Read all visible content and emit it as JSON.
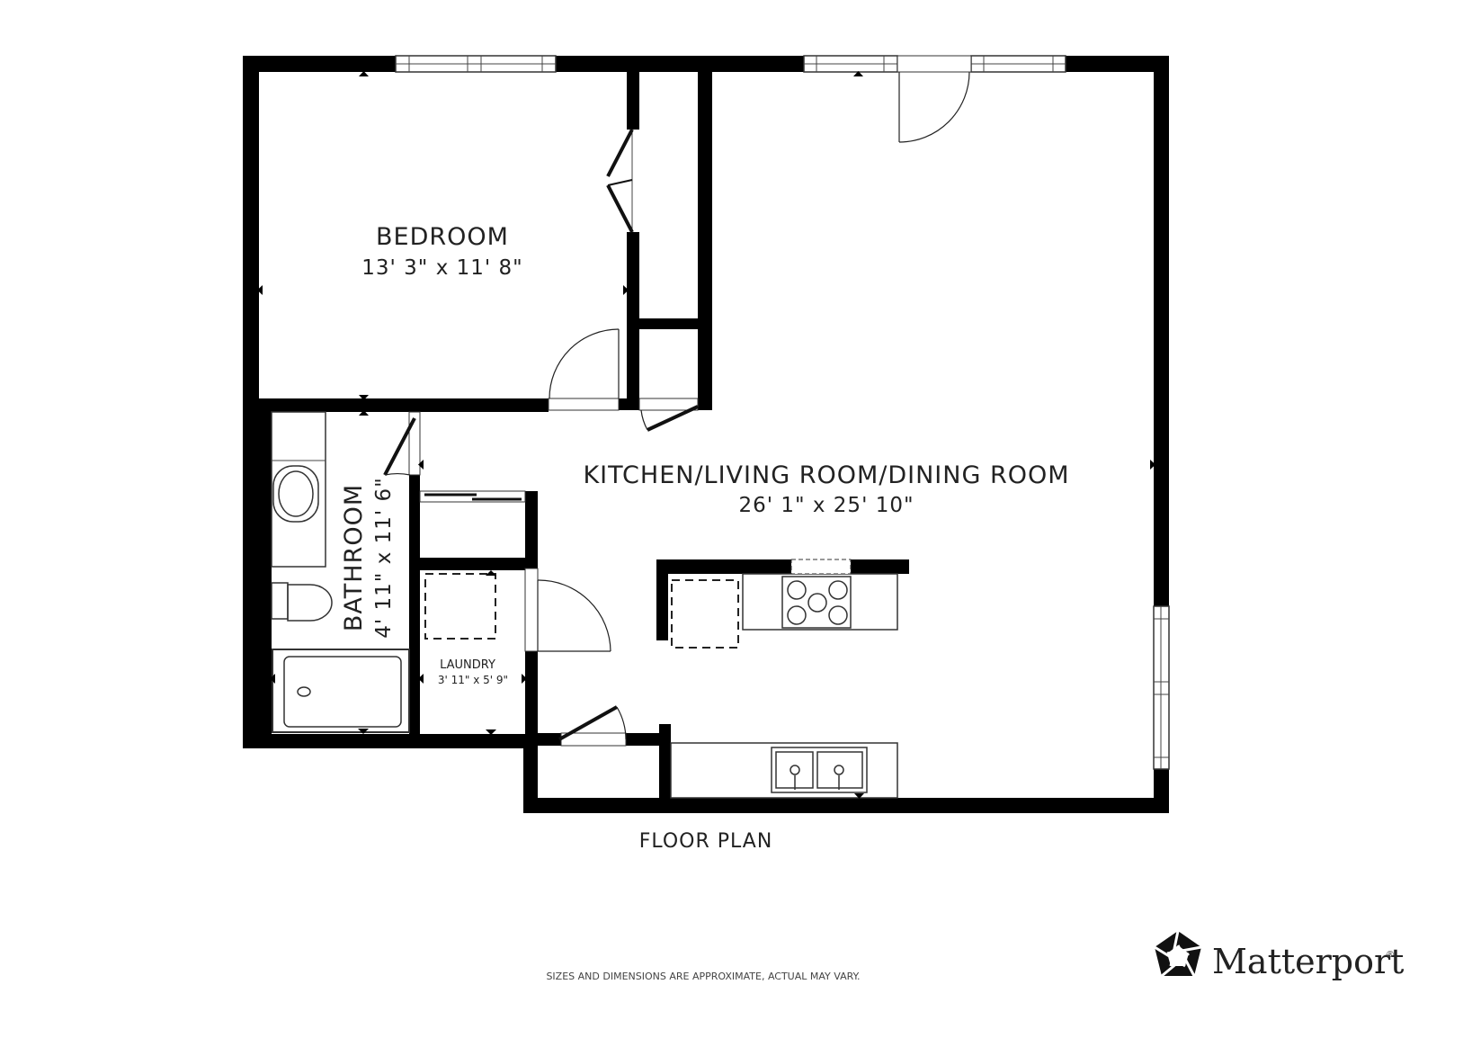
{
  "rooms": {
    "bedroom": {
      "name": "BEDROOM",
      "dims": "13' 3\" x 11' 8\""
    },
    "main": {
      "name": "KITCHEN/LIVING ROOM/DINING ROOM",
      "dims": "26' 1\" x 25' 10\""
    },
    "bathroom": {
      "name": "BATHROOM",
      "dims": "4' 11\" x 11' 6\""
    },
    "laundry": {
      "name": "LAUNDRY",
      "dims": "3' 11\" x 5' 9\""
    }
  },
  "plan_title": "FLOOR PLAN",
  "disclaimer": "SIZES AND DIMENSIONS ARE APPROXIMATE, ACTUAL MAY VARY.",
  "brand": {
    "name": "Matterport",
    "mark": "®",
    "logo_icon": "matterport-logo-icon"
  },
  "colors": {
    "wall": "#000000",
    "fixture": "#333333",
    "background": "#ffffff"
  }
}
